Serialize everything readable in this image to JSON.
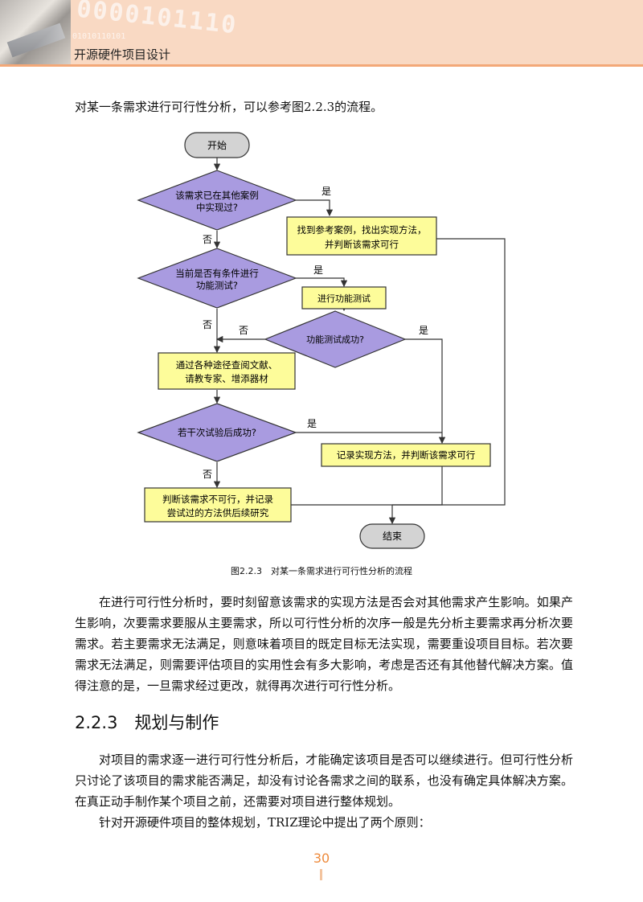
{
  "header": {
    "title": "开源硬件项目设计",
    "binary_big": "0000101110",
    "binary_small": "01010110101"
  },
  "intro": "对某一条需求进行可行性分析，可以参考图2.2.3的流程。",
  "flowchart": {
    "start": "开始",
    "end": "结束",
    "q1": [
      "该需求已在其他案例",
      "中实现过?"
    ],
    "q2": [
      "当前是否有条件进行",
      "功能测试?"
    ],
    "q3": "功能测试成功?",
    "q4": "若干次试验后成功?",
    "b_find": [
      "找到参考案例，找出实现方法，",
      "并判断该需求可行"
    ],
    "b_test": "进行功能测试",
    "b_search": [
      "通过各种途径查阅文献、",
      "请教专家、增添器材"
    ],
    "b_record": "记录实现方法，并判断该需求可行",
    "b_infeasible": [
      "判断该需求不可行，并记录",
      "尝试过的方法供后续研究"
    ],
    "yes": "是",
    "no": "否",
    "colors": {
      "diamond": "#a99be0",
      "box": "#fdfc9a",
      "terminal": "#d3d3d3"
    }
  },
  "caption": "图2.2.3　对某一条需求进行可行性分析的流程",
  "para1": "在进行可行性分析时，要时刻留意该需求的实现方法是否会对其他需求产生影响。如果产生影响，次要需求要服从主要需求，所以可行性分析的次序一般是先分析主要需求再分析次要需求。若主要需求无法满足，则意味着项目的既定目标无法实现，需要重设项目目标。若次要需求无法满足，则需要评估项目的实用性会有多大影响，考虑是否还有其他替代解决方案。值得注意的是，一旦需求经过更改，就得再次进行可行性分析。",
  "section": "2.2.3　规划与制作",
  "para2": "对项目的需求逐一进行可行性分析后，才能确定该项目是否可以继续进行。但可行性分析只讨论了该项目的需求能否满足，却没有讨论各需求之间的联系，也没有确定具体解决方案。在真正动手制作某个项目之前，还需要对项目进行整体规划。",
  "para3": "针对开源硬件项目的整体规划，TRIZ理论中提出了两个原则：",
  "page_number": "30"
}
